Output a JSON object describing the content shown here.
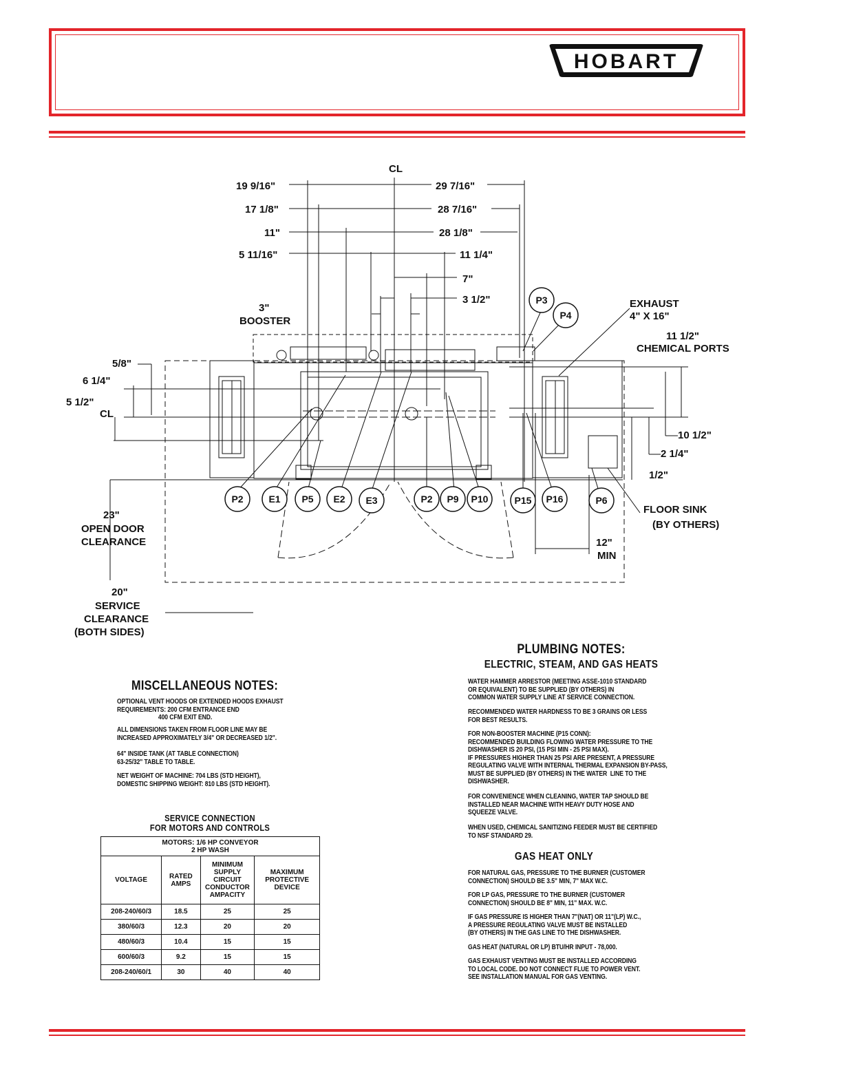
{
  "brand": "HOBART",
  "colors": {
    "accent": "#e3252b",
    "line": "#111111"
  },
  "drawing": {
    "centerline": "CL",
    "dims_left": [
      "19 9/16\"",
      "17 1/8\"",
      "11\"",
      "5 11/16\""
    ],
    "dims_right": [
      "29 7/16\"",
      "28 7/16\"",
      "28 1/8\"",
      "11 1/4\"",
      "7\"",
      "3 1/2\""
    ],
    "booster": [
      "3\"",
      "BOOSTER"
    ],
    "exhaust": [
      "EXHAUST",
      "4\" X 16\""
    ],
    "chemical_ports": [
      "11 1/2\"",
      "CHEMICAL PORTS"
    ],
    "side_dims_left": [
      "5/8\"",
      "6 1/4\"",
      "5 1/2\""
    ],
    "side_dims_right": [
      "10 1/2\"",
      "2 1/4\"",
      "1/2\""
    ],
    "connectors": [
      "P2",
      "E1",
      "P5",
      "E2",
      "E3",
      "P2",
      "P9",
      "P10",
      "P15",
      "P16",
      "P6"
    ],
    "top_connectors": [
      "P3",
      "P4"
    ],
    "open_door": [
      "23\"",
      "OPEN DOOR",
      "CLEARANCE"
    ],
    "service": [
      "20\"",
      "SERVICE",
      "CLEARANCE",
      "(BOTH SIDES)"
    ],
    "floor_sink": [
      "FLOOR SINK",
      "(BY OTHERS)"
    ],
    "min_dim": [
      "12\"",
      "MIN"
    ]
  },
  "misc_notes": {
    "title": "MISCELLANEOUS NOTES:",
    "paragraphs": [
      "OPTIONAL VENT HOODS OR EXTENDED HOODS EXHAUST\nREQUIREMENTS: 200 CFM ENTRANCE END\n                          400 CFM EXIT END.",
      "ALL DIMENSIONS TAKEN FROM FLOOR LINE MAY BE\nINCREASED APPROXIMATELY 3/4\" OR DECREASED 1/2\".",
      "64\" INSIDE TANK (AT TABLE CONNECTION)\n63-25/32\" TABLE TO TABLE.",
      "NET WEIGHT OF MACHINE: 704 LBS (STD HEIGHT),\nDOMESTIC SHIPPING WEIGHT: 810 LBS (STD HEIGHT)."
    ]
  },
  "service_table": {
    "title_1": "SERVICE CONNECTION",
    "title_2": "FOR MOTORS AND CONTROLS",
    "motors_1": "MOTORS: 1/6 HP CONVEYOR",
    "motors_2": "2 HP WASH",
    "headers": [
      "VOLTAGE",
      "RATED AMPS",
      "MINIMUM SUPPLY CIRCUIT CONDUCTOR AMPACITY",
      "MAXIMUM PROTECTIVE DEVICE"
    ],
    "rows": [
      [
        "208-240/60/3",
        "18.5",
        "25",
        "25"
      ],
      [
        "380/60/3",
        "12.3",
        "20",
        "20"
      ],
      [
        "480/60/3",
        "10.4",
        "15",
        "15"
      ],
      [
        "600/60/3",
        "9.2",
        "15",
        "15"
      ],
      [
        "208-240/60/1",
        "30",
        "40",
        "40"
      ]
    ]
  },
  "plumbing_notes": {
    "title": "PLUMBING NOTES:",
    "subtitle": "ELECTRIC, STEAM, AND GAS HEATS",
    "paragraphs": [
      "WATER HAMMER ARRESTOR (MEETING ASSE-1010 STANDARD\nOR EQUIVALENT) TO BE SUPPLIED (BY OTHERS) IN\nCOMMON WATER SUPPLY LINE AT SERVICE CONNECTION.",
      "RECOMMENDED WATER HARDNESS TO BE 3 GRAINS OR LESS\nFOR BEST RESULTS.",
      "FOR NON-BOOSTER MACHINE (P15 CONN):\nRECOMMENDED BUILDING FLOWING WATER PRESSURE TO THE\nDISHWASHER IS 20 PSI, (15 PSI MIN - 25 PSI MAX).\nIF PRESSURES HIGHER THAN 25 PSI ARE PRESENT, A PRESSURE\nREGULATING VALVE WITH INTERNAL THERMAL EXPANSION BY-PASS,\nMUST BE SUPPLIED (BY OTHERS) IN THE WATER  LINE TO THE\nDISHWASHER.",
      "FOR CONVENIENCE WHEN CLEANING, WATER TAP SHOULD BE\nINSTALLED NEAR MACHINE WITH HEAVY DUTY HOSE AND\nSQUEEZE VALVE.",
      "WHEN USED, CHEMICAL SANITIZING FEEDER MUST BE CERTIFIED\nTO NSF STANDARD 29."
    ],
    "gas_title": "GAS HEAT ONLY",
    "gas_paragraphs": [
      "FOR NATURAL GAS, PRESSURE TO THE BURNER (CUSTOMER\nCONNECTION) SHOULD BE 3.5\" MIN, 7\" MAX W.C.",
      "FOR LP GAS, PRESSURE TO THE BURNER (CUSTOMER\nCONNECTION) SHOULD BE 8\" MIN, 11\" MAX. W.C.",
      "IF GAS PRESSURE IS HIGHER THAN 7\"(NAT) OR 11\"(LP) W.C.,\nA PRESSURE REGULATING VALVE MUST BE INSTALLED\n(BY OTHERS) IN THE GAS LINE TO THE DISHWASHER.",
      "GAS HEAT (NATURAL OR LP) BTU/HR INPUT - 78,000.",
      "GAS EXHAUST VENTING MUST BE INSTALLED ACCORDING\nTO LOCAL CODE. DO NOT CONNECT FLUE TO POWER VENT.\nSEE INSTALLATION MANUAL FOR GAS VENTING."
    ]
  }
}
